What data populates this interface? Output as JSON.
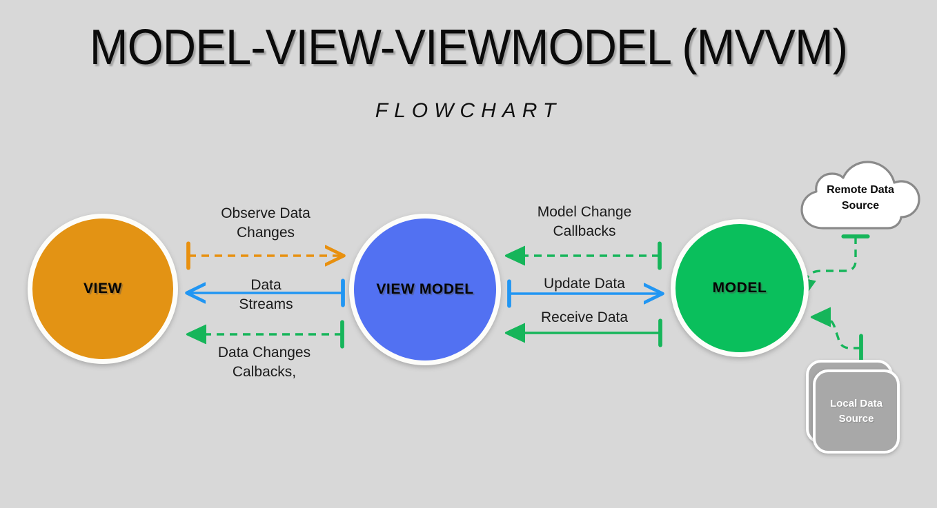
{
  "page": {
    "background_color": "#d8d8d8",
    "title": "MODEL-VIEW-VIEWMODEL (MVVM)",
    "subtitle": "FLOWCHART"
  },
  "colors": {
    "view": "#e39314",
    "view_model": "#5271f2",
    "model": "#0abf5c",
    "orange_arrow": "#e8900f",
    "blue_arrow": "#2196f3",
    "green_arrow": "#16b55a",
    "cloud_fill": "#ffffff",
    "cloud_stroke": "#8a8a8a",
    "local_source_fill": "#a8a8a8",
    "node_ring": "#fdfdfa"
  },
  "nodes": [
    {
      "id": "view",
      "label": "VIEW"
    },
    {
      "id": "view_model",
      "label": "VIEW MODEL"
    },
    {
      "id": "model",
      "label": "MODEL"
    },
    {
      "id": "remote_data_source",
      "label": "Remote  Data\nSource"
    },
    {
      "id": "local_data_source",
      "label": "Local Data\nSource"
    }
  ],
  "connections": [
    {
      "id": "observe-data-changes",
      "label": "Observe Data\nChanges",
      "from": "view",
      "to": "view_model",
      "direction": "right",
      "style": "dashed",
      "color": "#e8900f",
      "label_position": "above"
    },
    {
      "id": "data-streams",
      "label": "Data\nStreams",
      "from": "view_model",
      "to": "view",
      "direction": "left",
      "style": "solid",
      "color": "#2196f3",
      "label_position": "center"
    },
    {
      "id": "data-changes-calbacks",
      "label": "Data Changes\nCalbacks,",
      "from": "view_model",
      "to": "view",
      "direction": "left",
      "style": "dashed",
      "color": "#16b55a",
      "label_position": "below"
    },
    {
      "id": "model-change-callbacks",
      "label": "Model Change\nCallbacks",
      "from": "model",
      "to": "view_model",
      "direction": "left",
      "style": "dashed",
      "color": "#16b55a",
      "label_position": "above"
    },
    {
      "id": "update-data",
      "label": "Update Data",
      "from": "view_model",
      "to": "model",
      "direction": "right",
      "style": "solid",
      "color": "#2196f3",
      "label_position": "above"
    },
    {
      "id": "receive-data",
      "label": "Receive Data",
      "from": "model",
      "to": "view_model",
      "direction": "left",
      "style": "solid",
      "color": "#16b55a",
      "label_position": "above"
    },
    {
      "id": "remote-to-model",
      "label": "",
      "from": "remote_data_source",
      "to": "model",
      "direction": "left",
      "style": "dashed",
      "color": "#16b55a",
      "label_position": "none"
    },
    {
      "id": "local-to-model",
      "label": "",
      "from": "local_data_source",
      "to": "model",
      "direction": "left",
      "style": "dashed",
      "color": "#16b55a",
      "label_position": "none"
    }
  ]
}
